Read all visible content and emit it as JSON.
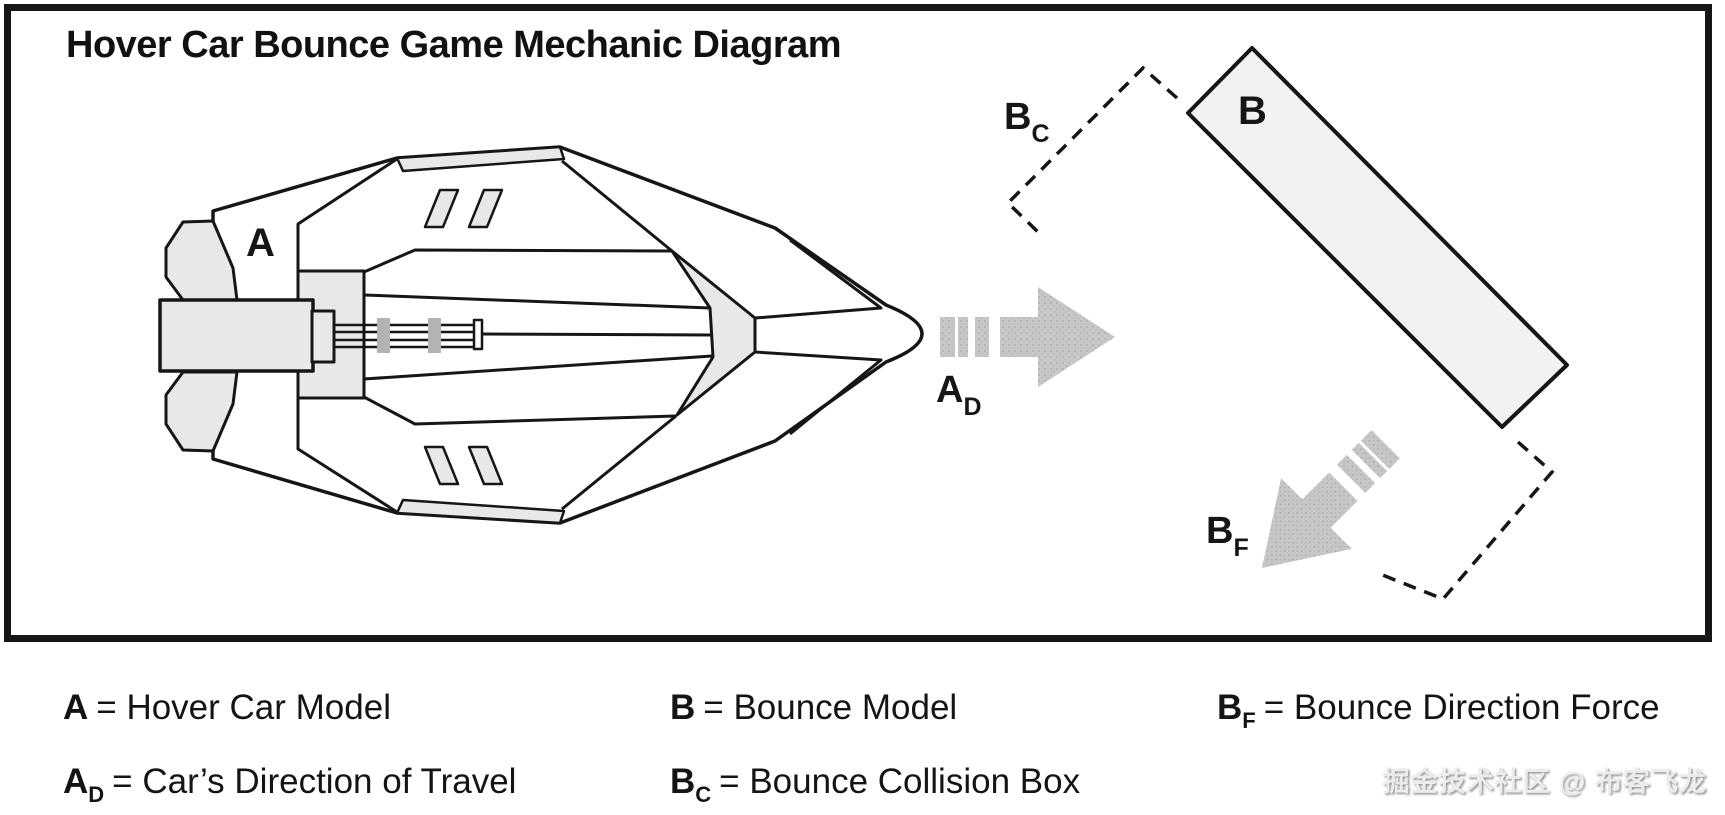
{
  "title": "Hover Car Bounce Game Mechanic Diagram",
  "colors": {
    "ink": "#161616",
    "panel_fill": "#e8e8e8",
    "bounce_fill": "#f2f2f2",
    "arrow_gray": "#c7c7c7",
    "clamp_gray": "#b3b3b3",
    "watermark_gray": "#ececec"
  },
  "diagram": {
    "labels": {
      "a": "A",
      "ad_main": "A",
      "ad_sub": "D",
      "b": "B",
      "bc_main": "B",
      "bc_sub": "C",
      "bf_main": "B",
      "bf_sub": "F"
    }
  },
  "legend": {
    "hover_car": {
      "symbol": "A",
      "sub": "",
      "desc": "= Hover Car Model"
    },
    "car_direction": {
      "symbol": "A",
      "sub": "D",
      "desc": "= Car’s Direction of Travel"
    },
    "bounce_model": {
      "symbol": "B",
      "sub": "",
      "desc": "= Bounce Model"
    },
    "bounce_collision": {
      "symbol": "B",
      "sub": "C",
      "desc": "= Bounce Collision Box"
    },
    "bounce_force": {
      "symbol": "B",
      "sub": "F",
      "desc": "= Bounce Direction Force"
    }
  },
  "watermark": "掘金技术社区 @ 布客飞龙"
}
